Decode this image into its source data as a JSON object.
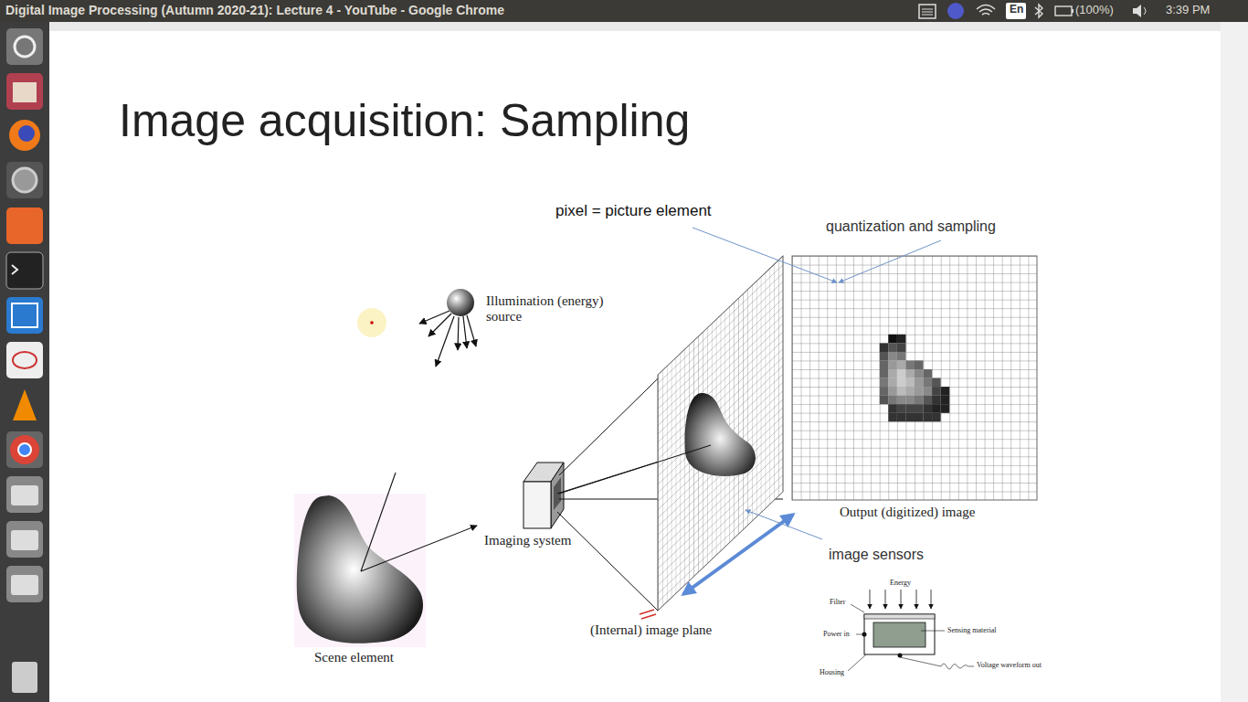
{
  "diagram": {
    "title": "Image acquisition: Sampling",
    "labels": [
      "Digital Image Processing (Autumn 2020-21): Lecture 4 - YouTube - Google Chrome",
      "En",
      "(100%)",
      "3:39 PM",
      "pixel = picture element",
      "quantization and sampling",
      "Illumination (energy) source",
      "Imaging system",
      "(Internal) image plane",
      "Scene element",
      "Output (digitized) image",
      "image sensors",
      "Energy",
      "Filter",
      "Power in",
      "Housing",
      "Sensing material",
      "Voltage waveform out"
    ]
  }
}
